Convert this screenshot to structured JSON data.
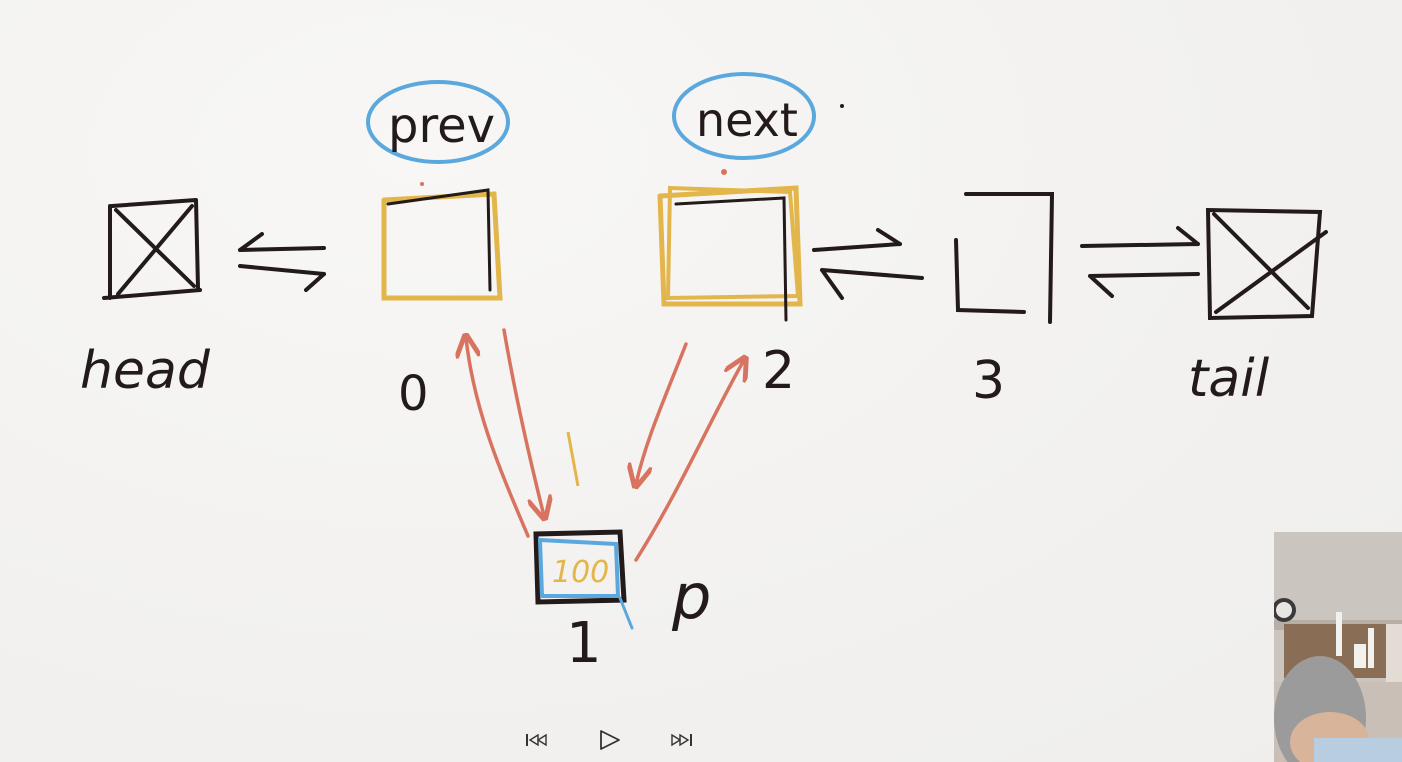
{
  "board": {
    "labels": {
      "prev": "prev",
      "next": "next",
      "head": "head",
      "tail": "tail",
      "n0": "0",
      "n1": "1",
      "n2": "2",
      "n3": "3",
      "p": "p",
      "value": "100"
    },
    "colors": {
      "ink": "#231a1a",
      "yellow": "#e2b64a",
      "blue": "#5aa8dd",
      "red": "#d8735f"
    }
  },
  "player": {
    "prev_icon": "skip-back-icon",
    "play_icon": "play-icon",
    "next_icon": "skip-forward-icon"
  },
  "webcam": {
    "icon": "webcam-feed"
  }
}
